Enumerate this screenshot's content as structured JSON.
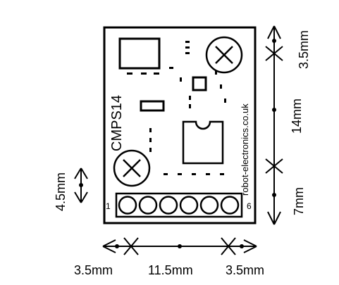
{
  "board": {
    "name": "CMPS14",
    "website": "robot-electronics.co.uk",
    "pin_first": "1",
    "pin_last": "6",
    "pin_count": 6
  },
  "dimensions": {
    "bottom": [
      "3.5mm",
      "11.5mm",
      "3.5mm"
    ],
    "right": [
      "3.5mm",
      "14mm",
      "7mm"
    ],
    "left": "4.5mm"
  },
  "colors": {
    "ink": "#000000",
    "background": "#ffffff"
  }
}
